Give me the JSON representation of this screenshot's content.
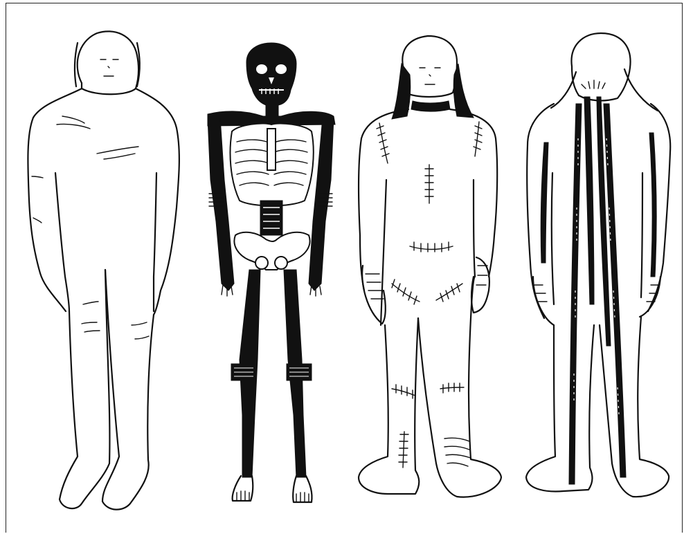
{
  "figure": {
    "panels": [
      {
        "name": "wrapped-figure"
      },
      {
        "name": "skeleton-figure"
      },
      {
        "name": "stitched-figure-front"
      },
      {
        "name": "figure-back-with-reeds"
      }
    ],
    "colors": {
      "ink": "#111111",
      "paper": "#ffffff"
    }
  }
}
